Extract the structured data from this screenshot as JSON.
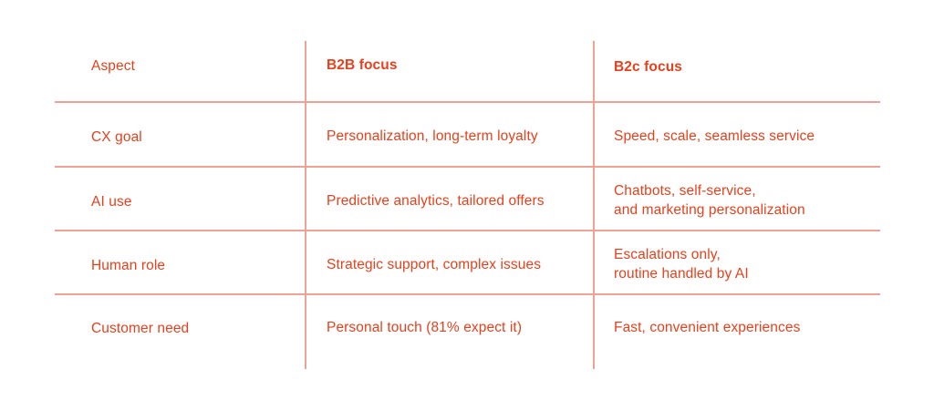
{
  "table": {
    "columns": [
      {
        "label": "Aspect",
        "bold": false
      },
      {
        "label": "B2B focus",
        "bold": true
      },
      {
        "label": "B2c focus",
        "bold": true
      }
    ],
    "rows": [
      {
        "aspect": "CX goal",
        "b2b": "Personalization, long-term loyalty",
        "b2c": "Speed, scale, seamless service"
      },
      {
        "aspect": "AI use",
        "b2b": "Predictive analytics, tailored offers",
        "b2c": "Chatbots, self-service,\nand marketing personalization"
      },
      {
        "aspect": "Human role",
        "b2b": "Strategic support, complex issues",
        "b2c": "Escalations only,\nroutine handled by AI"
      },
      {
        "aspect": "Customer need",
        "b2b": "Personal touch (81% expect it)",
        "b2c": "Fast, convenient experiences"
      }
    ]
  },
  "colors": {
    "text": "#E8401C",
    "rule": "#EFA294",
    "background": "#FFFFFF"
  }
}
